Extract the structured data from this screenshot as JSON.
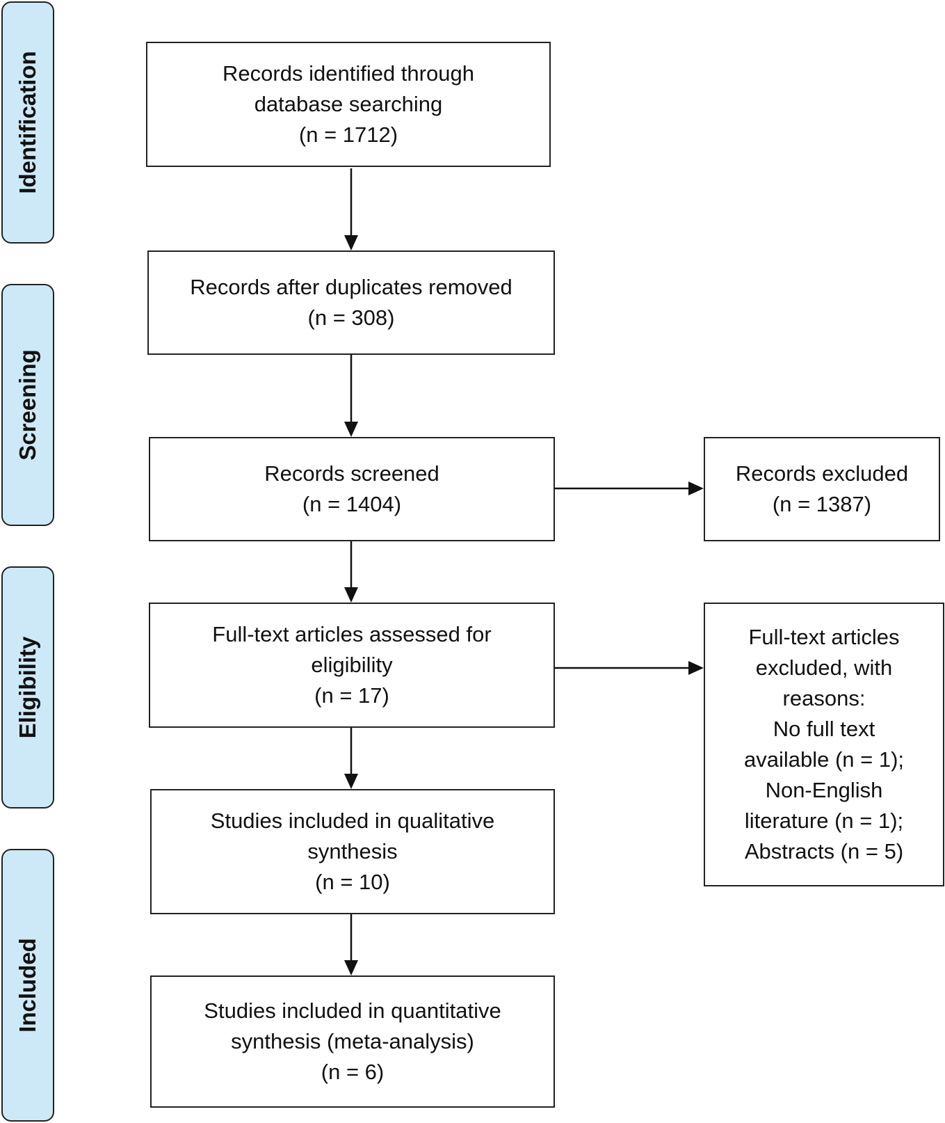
{
  "phases": {
    "identification": "Identification",
    "screening": "Screening",
    "eligibility": "Eligibility",
    "included": "Included"
  },
  "boxes": {
    "identified": [
      "Records identified through",
      "database searching",
      "(n =  1712)"
    ],
    "after_duplicates": [
      "Records after duplicates removed",
      "(n = 308)"
    ],
    "screened": [
      "Records screened",
      "(n = 1404)"
    ],
    "excluded": [
      "Records excluded",
      "(n = 1387)"
    ],
    "fulltext_assessed": [
      "Full-text articles assessed for",
      "eligibility",
      "(n = 17)"
    ],
    "fulltext_excluded": [
      "Full-text articles",
      "excluded, with",
      "reasons:",
      "No full text",
      "available (n = 1);",
      "Non-English",
      "literature (n = 1);",
      "Abstracts (n = 5)"
    ],
    "qualitative": [
      "Studies included in qualitative",
      "synthesis",
      "(n = 10)"
    ],
    "quantitative": [
      "Studies included in quantitative",
      "synthesis (meta-analysis)",
      "(n = 6)"
    ]
  }
}
